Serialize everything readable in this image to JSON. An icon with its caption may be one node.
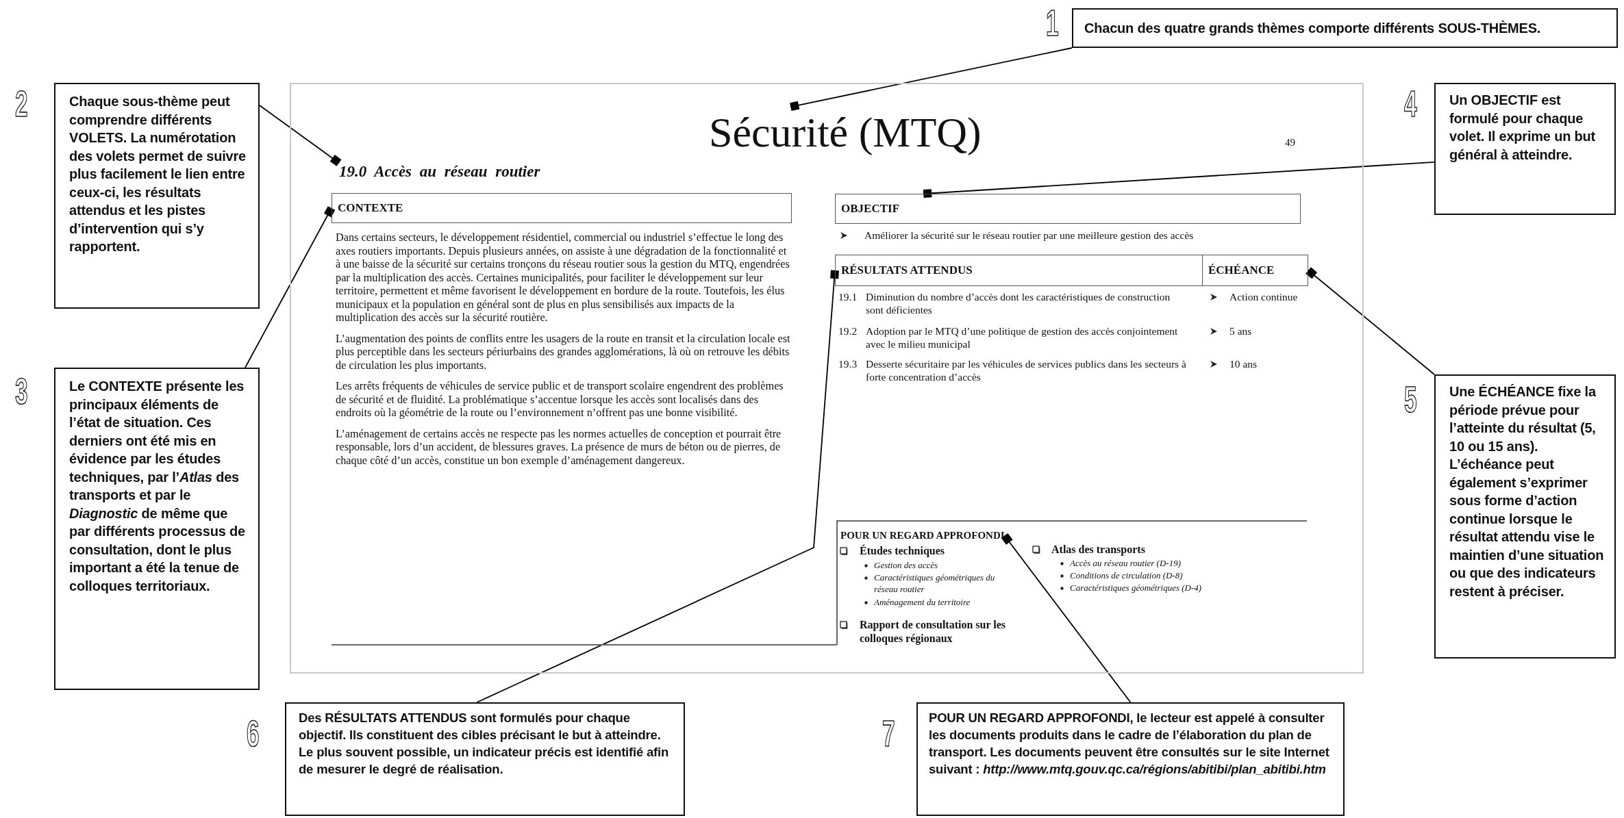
{
  "diagram": {
    "nodes": [
      {
        "text": [
          "Chacun des quatre grands thèmes comporte différents SOUS-THÈMES."
        ],
        "beside": [
          "1"
        ]
      },
      {
        "text": [
          "Chaque sous-thème peut comprendre différents VOLETS. La numérotation des volets permet de suivre plus facilement le lien entre ceux-ci, les résultats attendus et les pistes d’intervention qui s’y rapportent."
        ],
        "beside": [
          "2"
        ]
      },
      {
        "text": [
          "Le CONTEXTE présente les principaux éléments de l’état de situation. Ces derniers ont été mis en évidence par les études techniques, par l’*Atlas* des transports et par le *Diagnostic* de même que par différents processus de consultation, dont le plus important a été la tenue de colloques territoriaux."
        ],
        "beside": [
          "3"
        ]
      },
      {
        "text": [
          "Un OBJECTIF est formulé pour chaque volet. Il exprime un but général à atteindre."
        ],
        "beside": [
          "4"
        ]
      },
      {
        "text": [
          "Une ÉCHÉANCE fixe la période prévue pour l’atteinte du résultat (5, 10 ou 15 ans). L’échéance peut également s’exprimer sous forme d’action continue lorsque le résultat attendu vise le maintien d’une situation ou que des indicateurs restent à préciser."
        ],
        "beside": [
          "5"
        ]
      },
      {
        "text": [
          "Des RÉSULTATS ATTENDUS sont formulés pour chaque objectif. Ils constituent des cibles précisant le but à atteindre. Le plus souvent possible, un indicateur précis est identifié afin de mesurer le degré de réalisation."
        ],
        "beside": [
          "6"
        ]
      },
      {
        "text": [
          "POUR UN REGARD APPROFONDI, le lecteur est appelé à consulter les documents produits dans le cadre de l’élaboration du plan de transport. Les documents peuvent être consultés sur le site Internet suivant : *http://www.mtq.gouv.qc.ca/régions/abitibi/plan_abitibi.htm*"
        ],
        "beside": [
          "7"
        ]
      },
      {
        "text": [],
        "shape": "box"
      },
      {
        "text": [
          "Sécurité (MTQ)"
        ],
        "in": 7
      },
      {
        "text": [
          "19.0 Accès au réseau routier"
        ],
        "in": 7
      },
      {
        "text": [
          "CONTEXTE"
        ],
        "in": 7
      },
      {
        "text": [
          "OBJECTIF"
        ],
        "in": 7
      },
      {
        "text": [
          "RÉSULTATS ATTENDUS"
        ],
        "in": 7
      },
      {
        "text": [
          "ÉCHÉANCE"
        ],
        "in": 7
      },
      {
        "text": [
          "POUR UN REGARD APPROFONDI"
        ],
        "in": 7
      }
    ],
    "edges": [
      {
        "from": 0,
        "to": 8,
        "arrow": "other"
      },
      {
        "from": 1,
        "to": 9,
        "arrow": "other"
      },
      {
        "from": 2,
        "to": 10,
        "arrow": "other"
      },
      {
        "from": 3,
        "to": 11,
        "arrow": "other"
      },
      {
        "from": 4,
        "to": 13,
        "arrow": "other"
      },
      {
        "from": 5,
        "to": 12,
        "arrow": "other"
      },
      {
        "from": 6,
        "to": 14,
        "arrow": "other"
      }
    ],
    "labels": [
      "49",
      "Dans certains secteurs, le développement résidentiel, commercial ou industriel s’effectue le long des axes routiers importants. Depuis plusieurs années, on assiste à une dégradation de la fonctionnalité et à une baisse de la sécurité sur certains tronçons du réseau routier sous la gestion du MTQ, engendrées par la multiplication des accès. Certaines municipalités, pour faciliter le développement sur leur territoire, permettent et même favorisent le développement en bordure de la route. Toutefois, les élus municipaux et la population en général sont de plus en plus sensibilisés aux impacts de la multiplication des accès sur la sécurité routière.",
      "L’augmentation des points de conflits entre les usagers de la route en transit et la circulation locale est plus perceptible dans les secteurs périurbains des grandes agglomérations, là où on retrouve les débits de circulation les plus importants.",
      "Les arrêts fréquents de véhicules de service public et de transport scolaire engendrent des problèmes de sécurité et de fluidité. La problématique s’accentue lorsque les accès sont localisés dans des endroits où la géométrie de la route ou l’environnement n’offrent pas une bonne visibilité.",
      "L’aménagement de certains accès ne respecte pas les normes actuelles de conception et pourrait être responsable, lors d’un accident, de blessures graves. La présence de murs de béton ou de pierres, de chaque côté d’un accès, constitue un bon exemple d’aménagement dangereux.",
      "Améliorer la sécurité sur le réseau routier par une meilleure gestion des accès",
      "19.1",
      "Diminution du nombre d’accès dont les caractéristiques de construction sont déficientes",
      "Action continue",
      "19.2",
      "Adoption par le MTQ d’une politique de gestion des accès conjointement avec le milieu municipal",
      "5 ans",
      "19.3",
      "Desserte sécuritaire par les véhicules de services publics dans les secteurs à forte concentration d’accès",
      "10 ans",
      "Études techniques",
      "Gestion des accès",
      "Caractéristiques géométriques du réseau routier",
      "Aménagement du territoire",
      "Rapport de consultation sur les colloques régionaux",
      "Atlas des transports",
      "Accès au réseau routier (D-19)",
      "Conditions de circulation (D-8)",
      "Caractéristiques géométriques (D-4)"
    ]
  }
}
